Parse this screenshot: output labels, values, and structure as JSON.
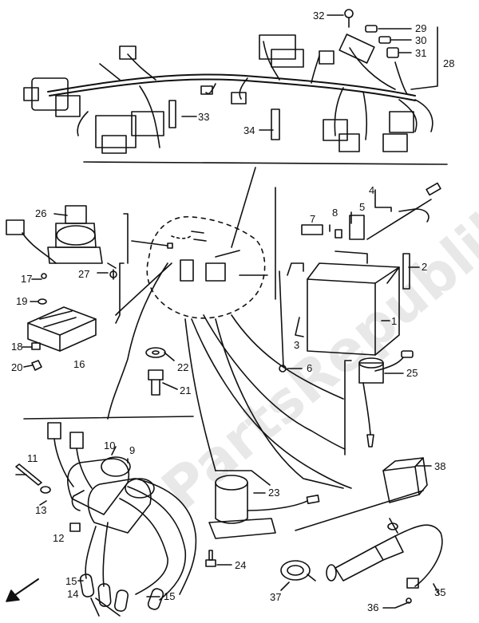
{
  "watermark": "PartsRepublik",
  "callouts": [
    {
      "id": "c1",
      "label": "1"
    },
    {
      "id": "c2",
      "label": "2"
    },
    {
      "id": "c3",
      "label": "3"
    },
    {
      "id": "c4",
      "label": "4"
    },
    {
      "id": "c5",
      "label": "5"
    },
    {
      "id": "c6",
      "label": "6"
    },
    {
      "id": "c7",
      "label": "7"
    },
    {
      "id": "c8",
      "label": "8"
    },
    {
      "id": "c9",
      "label": "9"
    },
    {
      "id": "c10",
      "label": "10"
    },
    {
      "id": "c11",
      "label": "11"
    },
    {
      "id": "c12",
      "label": "12"
    },
    {
      "id": "c13",
      "label": "13"
    },
    {
      "id": "c14",
      "label": "14"
    },
    {
      "id": "c15a",
      "label": "15"
    },
    {
      "id": "c15b",
      "label": "15"
    },
    {
      "id": "c16",
      "label": "16"
    },
    {
      "id": "c17",
      "label": "17"
    },
    {
      "id": "c18",
      "label": "18"
    },
    {
      "id": "c19",
      "label": "19"
    },
    {
      "id": "c20",
      "label": "20"
    },
    {
      "id": "c21",
      "label": "21"
    },
    {
      "id": "c22",
      "label": "22"
    },
    {
      "id": "c23",
      "label": "23"
    },
    {
      "id": "c24",
      "label": "24"
    },
    {
      "id": "c25",
      "label": "25"
    },
    {
      "id": "c26",
      "label": "26"
    },
    {
      "id": "c27",
      "label": "27"
    },
    {
      "id": "c28",
      "label": "28"
    },
    {
      "id": "c29",
      "label": "29"
    },
    {
      "id": "c30",
      "label": "30"
    },
    {
      "id": "c31",
      "label": "31"
    },
    {
      "id": "c32",
      "label": "32"
    },
    {
      "id": "c33",
      "label": "33"
    },
    {
      "id": "c34",
      "label": "34"
    },
    {
      "id": "c35",
      "label": "35"
    },
    {
      "id": "c36",
      "label": "36"
    },
    {
      "id": "c37",
      "label": "37"
    },
    {
      "id": "c38",
      "label": "38"
    }
  ]
}
